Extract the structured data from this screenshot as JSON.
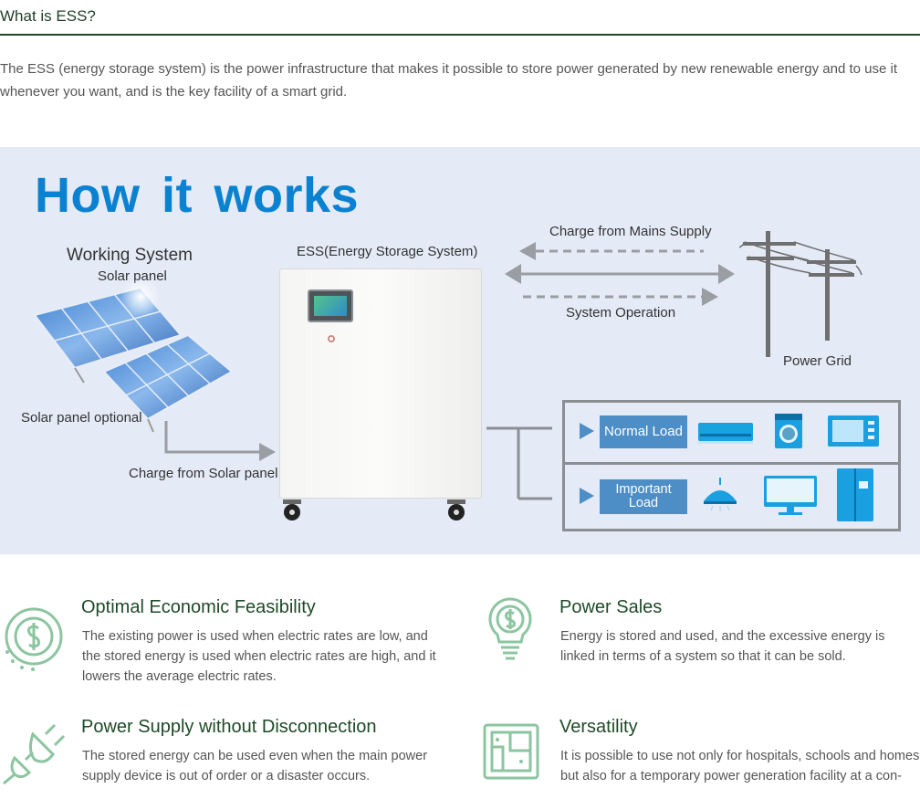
{
  "header": {
    "title": "What is ESS?",
    "intro": "The ESS (energy storage system) is the power infrastructure that makes it possible to store power generated by new renewable energy and to use it whenever you want, and is the key facility of a smart grid."
  },
  "diagram": {
    "heading": "How it works",
    "working_system": "Working System",
    "solar_panel": "Solar panel",
    "solar_panel_optional": "Solar panel optional",
    "charge_from_solar": "Charge from Solar panel",
    "ess_label": "ESS(Energy Storage System)",
    "charge_from_mains": "Charge from Mains Supply",
    "system_operation": "System Operation",
    "power_grid": "Power Grid",
    "normal_load": "Normal Load",
    "important_load_line1": "Important",
    "important_load_line2": "Load",
    "colors": {
      "heading": "#0a82d1",
      "load_tag": "#4d8ec6",
      "panel_bg": "#e4eaf6"
    }
  },
  "features": [
    {
      "icon": "dollar-coin-icon",
      "title": "Optimal Economic Feasibility",
      "text": "The existing power is used when electric rates are low, and the stored energy is used when electric rates are high, and it lowers the average electric rates."
    },
    {
      "icon": "lightbulb-dollar-icon",
      "title": "Power Sales",
      "text": "Energy is stored and used, and the excessive energy is linked in terms of a system so that it can be sold."
    },
    {
      "icon": "plug-icon",
      "title": "Power Supply without Disconnection",
      "text": "The stored energy can be used even when the main power supply device is out of order or a disaster occurs."
    },
    {
      "icon": "floorplan-icon",
      "title": "Versatility",
      "text": "It is possible to use not only for hospitals, schools and homes but also for a temporary power generation facility at a con-"
    }
  ]
}
